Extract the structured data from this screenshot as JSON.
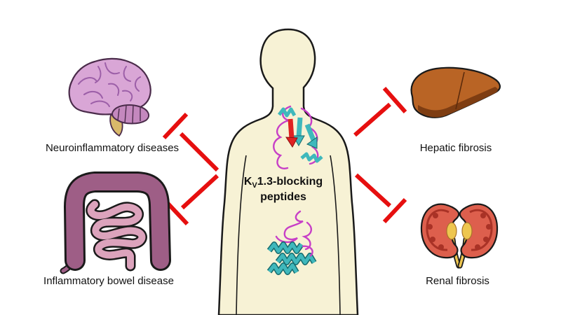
{
  "figure": {
    "center_label": {
      "prefix": "K",
      "subscript": "V",
      "suffix": "1.3-blocking",
      "line2": "peptides"
    },
    "organs": {
      "brain": {
        "label": "Neuroinflammatory diseases"
      },
      "intestine": {
        "label": "Inflammatory bowel disease"
      },
      "liver": {
        "label": "Hepatic fibrosis"
      },
      "kidneys": {
        "label": "Renal fibrosis"
      }
    },
    "colors": {
      "inhibition_red": "#E60F0F",
      "body_fill": "#F7F2D5",
      "brain_pink": "#D9A6D6",
      "intestine_mauve": "#9E5E86",
      "intestine_pink": "#DCA3BC",
      "liver_brown": "#B96425",
      "kidney_red": "#DD5F4D",
      "peptide_teal": "#3FB8BC",
      "peptide_magenta": "#C73FC7"
    }
  }
}
